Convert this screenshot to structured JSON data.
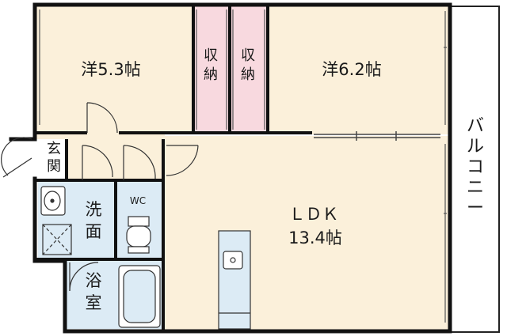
{
  "rooms": {
    "western_left": "洋5.3帖",
    "western_right": "洋6.2帖",
    "closet_left": "収納",
    "closet_right": "収納",
    "genkan": "玄関",
    "washroom": "洗面",
    "wc": "WC",
    "ldk": "ＬＤＫ",
    "ldk_size": "13.4帖",
    "bathroom": "浴室",
    "balcony": "バルコニー"
  },
  "colors": {
    "room_fill": "#fbf0da",
    "closet_fill": "#f8d9df",
    "water_fill": "#dcebf5",
    "wall": "#111111",
    "line": "#333333"
  }
}
